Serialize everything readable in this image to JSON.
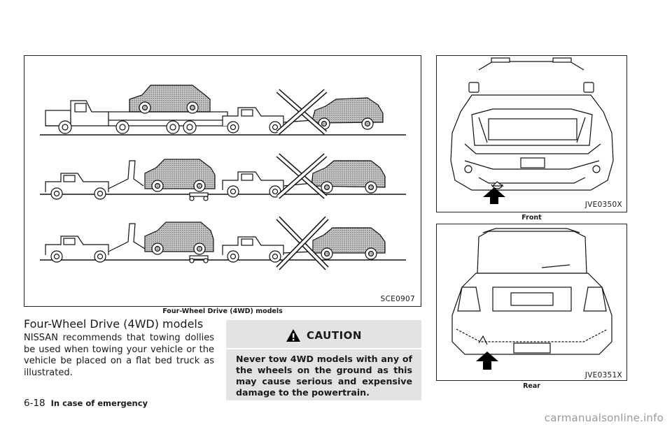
{
  "figures": {
    "towing": {
      "code": "SCE0907",
      "caption": "Four-Wheel Drive (4WD) models"
    },
    "front": {
      "code": "JVE0350X",
      "caption": "Front"
    },
    "rear": {
      "code": "JVE0351X",
      "caption": "Rear"
    }
  },
  "section": {
    "heading": "Four-Wheel Drive (4WD) models",
    "body": "NISSAN recommends that towing dollies be used when towing your vehicle or the vehicle be placed on a flat bed truck as illustrated."
  },
  "caution": {
    "title": "CAUTION",
    "text": "Never tow 4WD models with any of the wheels on the ground as this may cause serious and expensive damage to the powertrain."
  },
  "footer": {
    "page": "6-18",
    "section": "In case of emergency"
  },
  "watermark": "carmanualsonline.info"
}
